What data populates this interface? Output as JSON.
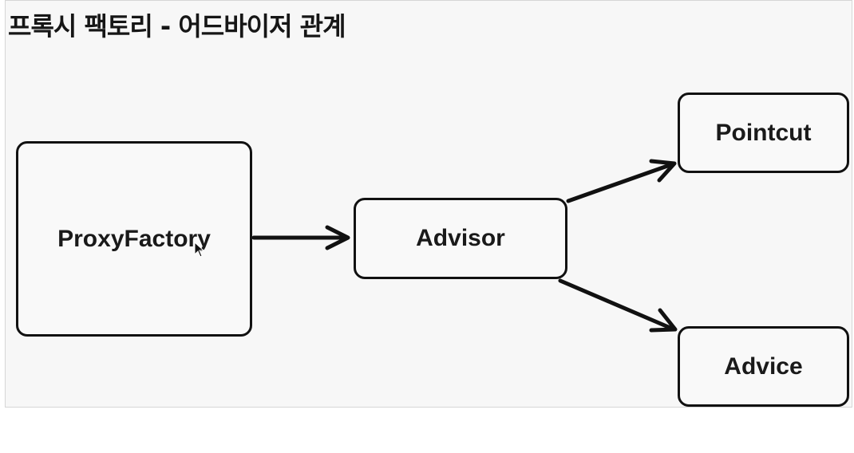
{
  "title": "프록시 팩토리 - 어드바이저 관계",
  "nodes": {
    "proxy_factory": "ProxyFactory",
    "advisor": "Advisor",
    "pointcut": "Pointcut",
    "advice": "Advice"
  },
  "edges": [
    {
      "from": "ProxyFactory",
      "to": "Advisor"
    },
    {
      "from": "Advisor",
      "to": "Pointcut"
    },
    {
      "from": "Advisor",
      "to": "Advice"
    }
  ],
  "icons": {
    "cursor": "mouse-pointer-icon"
  },
  "colors": {
    "stroke": "#111111",
    "background": "#f7f7f7"
  }
}
